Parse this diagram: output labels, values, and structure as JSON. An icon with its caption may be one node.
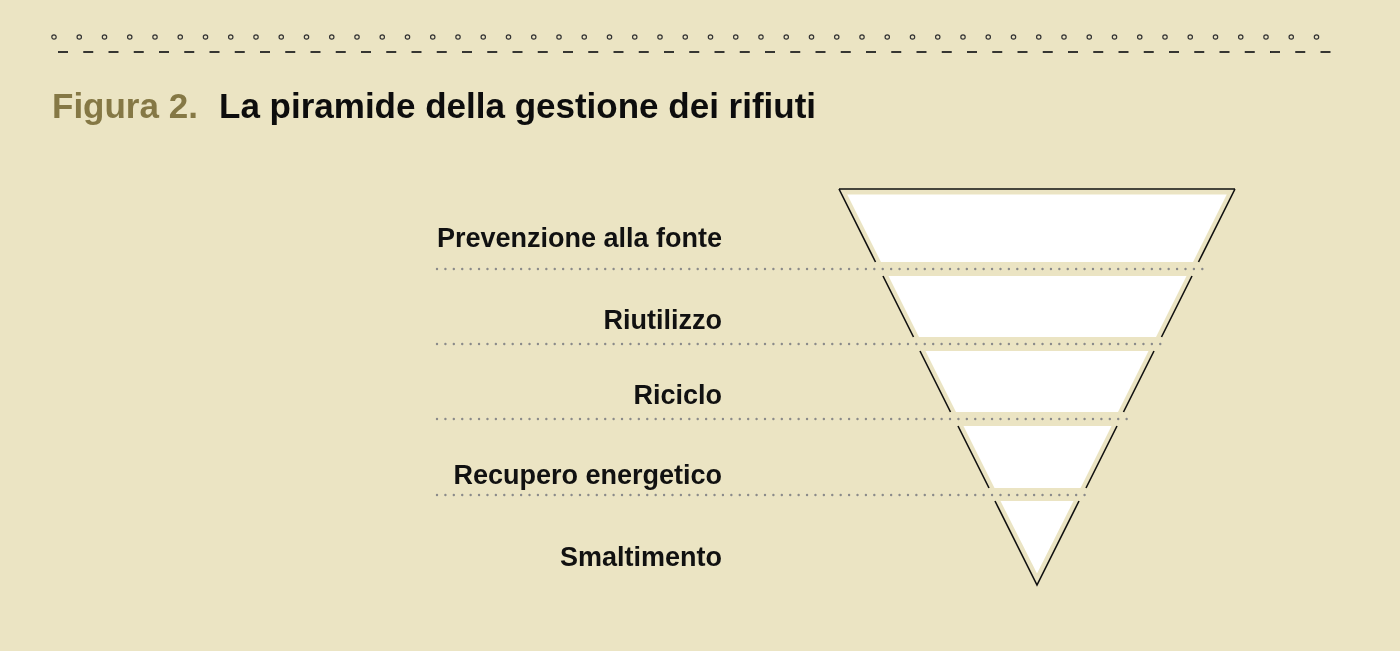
{
  "diagram": {
    "title": "La piramide della gestione dei rifiuti",
    "nodes": [
      {
        "text": [],
        "shape": "trapezoid"
      },
      {
        "text": [],
        "shape": "trapezoid"
      },
      {
        "text": [],
        "shape": "trapezoid"
      },
      {
        "text": [],
        "shape": "trapezoid"
      },
      {
        "text": [],
        "shape": "triangle"
      }
    ],
    "labels": [
      "Figura 2.",
      "Prevenzione alla fonte",
      "Riutilizzo",
      "Riciclo",
      "Recupero energetico",
      "Smaltimento"
    ]
  }
}
